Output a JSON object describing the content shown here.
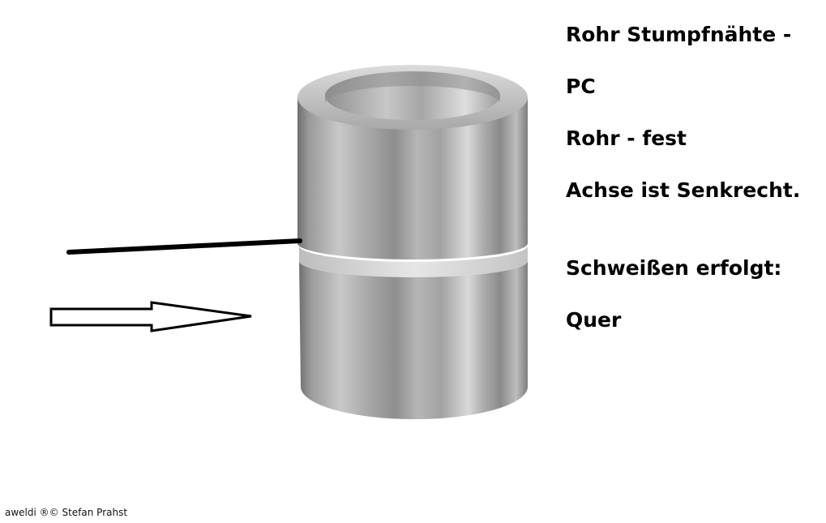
{
  "labels": {
    "line_1": "Rohr Stumpfnähte -",
    "line_2": "PC",
    "line_3": "Rohr - fest",
    "line_4": "Achse ist Senkrecht.",
    "line_5": "Schweißen erfolgt:",
    "line_6": "Quer"
  },
  "footer": {
    "copyright": "aweldi ®© Stefan Prahst"
  },
  "colors": {
    "text": "#000000",
    "pipe_dark": "#7a7a7a",
    "pipe_light": "#cfcfcf",
    "weld_seam": "#d8d8d8"
  },
  "icons": {
    "pointer_line": "pointer-line",
    "direction_arrow": "outline-right-arrow"
  }
}
